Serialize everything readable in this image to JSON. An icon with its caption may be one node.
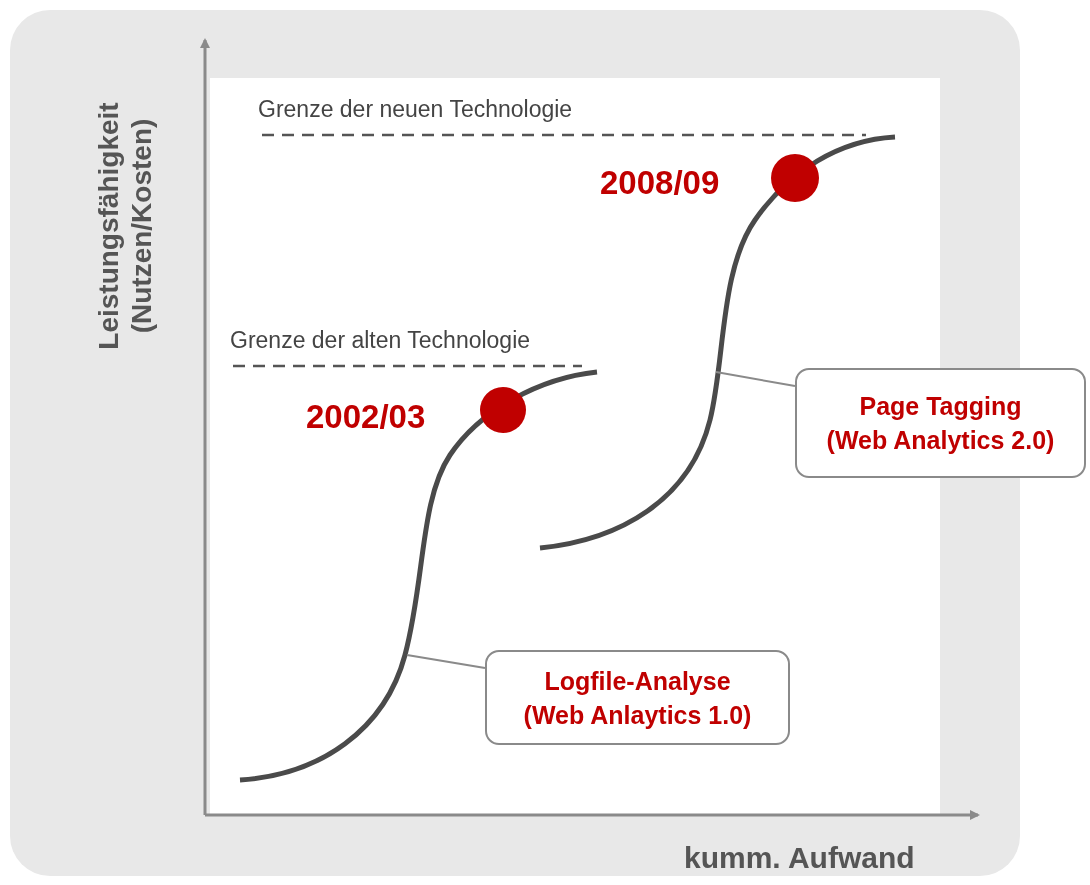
{
  "diagram": {
    "nodes": [
      {
        "text": [],
        "shape": "curve"
      },
      {
        "text": [],
        "shape": "curve"
      },
      {
        "text": [
          "Logfile-Analyse",
          "(Web Anlaytics 1.0)"
        ]
      },
      {
        "text": [
          "Page Tagging",
          "(Web Analytics 2.0)"
        ]
      }
    ],
    "edges": [
      {
        "from": 2,
        "to": 0,
        "arrow": "none"
      },
      {
        "from": 3,
        "to": 1,
        "arrow": "none"
      }
    ],
    "labels": [
      "Leistungsfähigkeit (Nutzen/Kosten)",
      "Grenze der neuen Technologie",
      "2008/09",
      "Grenze der alten Technologie",
      "2002/03",
      "kumm. Aufwand"
    ]
  }
}
